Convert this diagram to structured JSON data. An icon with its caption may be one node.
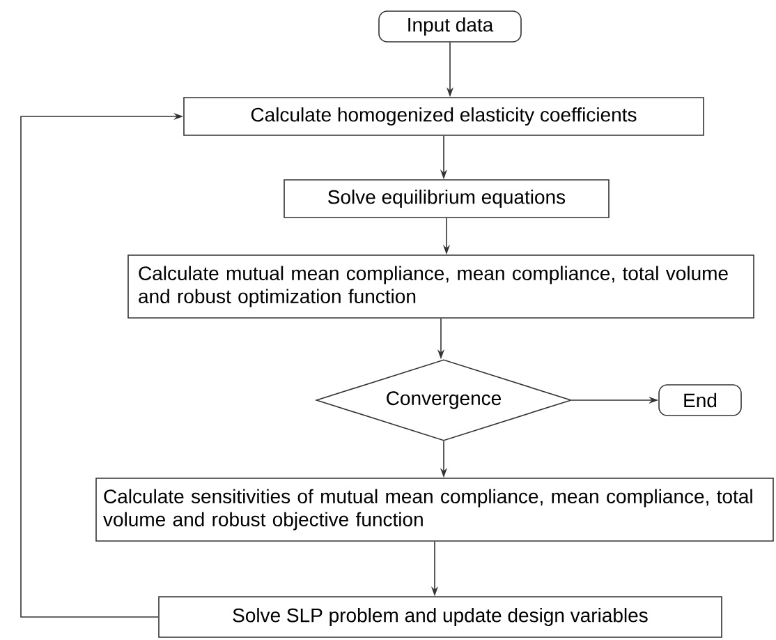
{
  "diagram": {
    "nodes": [
      {
        "text": [
          "Input data"
        ]
      },
      {
        "text": [
          "Calculate homogenized elasticity coefficients"
        ]
      },
      {
        "text": [
          "Solve equilibrium equations"
        ]
      },
      {
        "text": [
          "Calculate mutual mean compliance, mean compliance, total volume and robust optimization function"
        ]
      },
      {
        "text": [
          "Convergence"
        ]
      },
      {
        "text": [
          "End"
        ]
      },
      {
        "text": [
          "Calculate sensitivities of mutual mean compliance, mean compliance, total volume and robust objective function"
        ]
      },
      {
        "text": [
          "Solve SLP problem and update design variables"
        ]
      }
    ],
    "edges": [
      {
        "from": 0,
        "to": 1,
        "arrow": "to"
      },
      {
        "from": 1,
        "to": 2,
        "arrow": "to"
      },
      {
        "from": 2,
        "to": 3,
        "arrow": "to"
      },
      {
        "from": 3,
        "to": 4,
        "arrow": "to"
      },
      {
        "from": 4,
        "to": 5,
        "arrow": "to"
      },
      {
        "from": 4,
        "to": 6,
        "arrow": "to"
      },
      {
        "from": 6,
        "to": 7,
        "arrow": "to"
      },
      {
        "from": 7,
        "to": 1,
        "arrow": "to"
      }
    ]
  }
}
